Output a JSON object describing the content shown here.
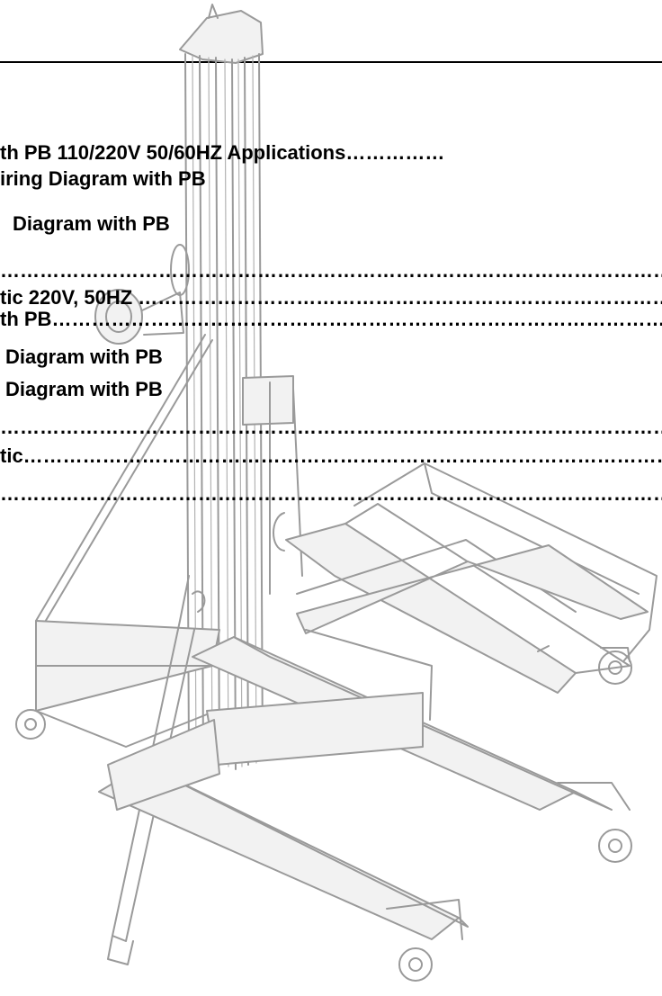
{
  "toc": {
    "lines": [
      "th PB 110/220V 50/60HZ Applications……………",
      "iring Diagram with PB",
      "Diagram with PB",
      "…………………………………………………………………………………………………………………………………",
      "tic 220V, 50HZ …………………………………………………………………………",
      "th PB………………………………………………………………………………………………",
      "Diagram with PB",
      "Diagram with PB",
      "…………………………………………………………………………………………………………………………………",
      "tic……………………………………………………………………………………………………………………………",
      "…………………………………………………………………………………………………………………………………"
    ]
  },
  "colors": {
    "text": "#000000",
    "watermark": "#9a9a9a",
    "background": "#ffffff"
  },
  "watermark": {
    "icon": "material-lift-icon"
  }
}
